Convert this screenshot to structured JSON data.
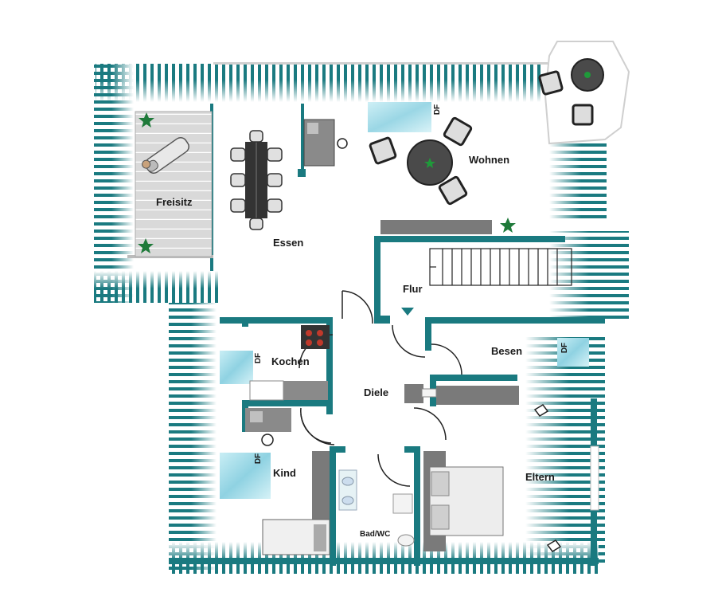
{
  "colors": {
    "wall": "#1a7a80",
    "hatch": "#1a7a80",
    "wood": "#d6d6d6",
    "furniture": "#555555",
    "skylight": "#a9dde8",
    "plant": "#1f7a3a"
  },
  "rooms": {
    "freisitz": "Freisitz",
    "essen": "Essen",
    "wohnen": "Wohnen",
    "flur": "Flur",
    "kochen": "Kochen",
    "besen": "Besen",
    "diele": "Diele",
    "kind": "Kind",
    "eltern": "Eltern",
    "bad": "Bad/WC"
  },
  "skylights": {
    "wohnen": "DF",
    "kochen": "DF",
    "besen": "DF",
    "kind": "DF"
  },
  "icons": [
    "plant-icon",
    "armchair-icon",
    "stairs-icon",
    "stove-icon",
    "sink-icon",
    "bed-icon",
    "toilet-icon",
    "lamp-icon"
  ]
}
